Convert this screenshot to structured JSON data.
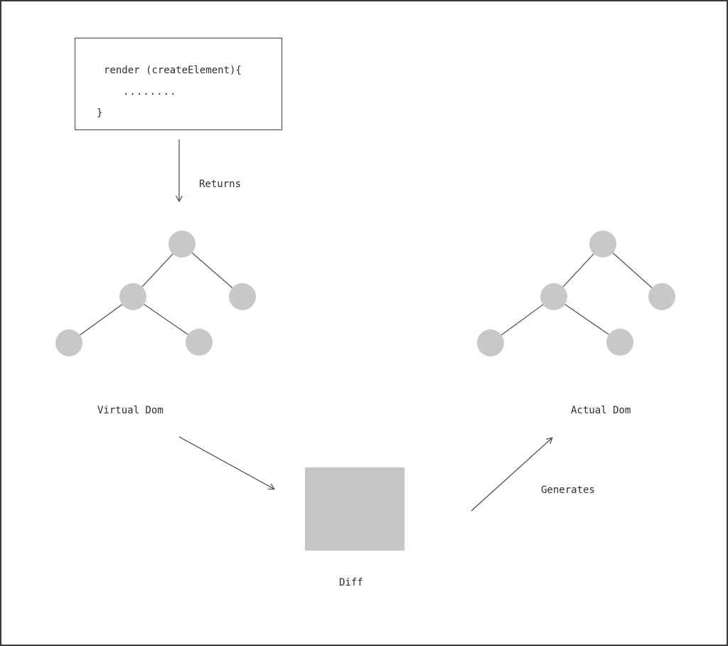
{
  "diagram": {
    "title_hint": "virtual-dom-diff-flow",
    "code_box": {
      "lines": [
        "render (createElement){",
        "........",
        "}"
      ]
    },
    "labels": {
      "returns": "Returns",
      "virtual_dom": "Virtual Dom",
      "actual_dom": "Actual Dom",
      "diff": "Diff",
      "generates": "Generates"
    },
    "colors": {
      "node_fill": "#c8c8c8",
      "diff_box_fill": "#c6c6c6",
      "line_stroke": "#4a4a4a",
      "text": "#2e2e2e",
      "canvas_border": "#3a3a3a",
      "background": "#ffffff"
    }
  }
}
